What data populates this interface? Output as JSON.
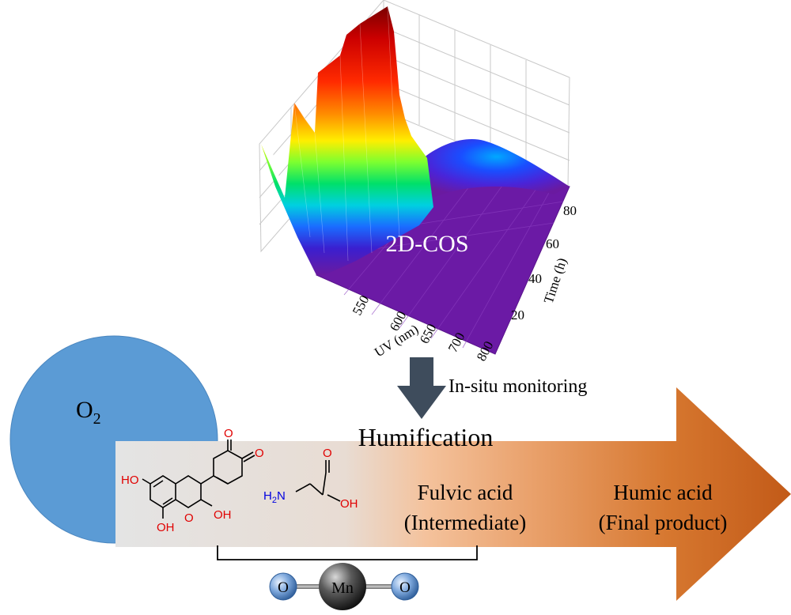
{
  "spectrum": {
    "inner_label": "2D-COS",
    "uv_axis_label": "UV (nm)",
    "uv_ticks": [
      "550",
      "600",
      "650",
      "700",
      "800"
    ],
    "time_axis_label": "Time (h)",
    "time_ticks": [
      "20",
      "40",
      "60",
      "80"
    ]
  },
  "arrow_label": "In-situ monitoring",
  "oxygen": {
    "symbol": "O",
    "subscript": "2",
    "color": "#5b9bd5"
  },
  "process": {
    "title": "Humification",
    "intermediate": [
      "Fulvic acid",
      "(Intermediate)"
    ],
    "final": [
      "Humic acid",
      "(Final product)"
    ],
    "arrow_gradient": [
      "#e3e3e3",
      "#f2b88a",
      "#c8601e"
    ]
  },
  "molecules": {
    "polyphenol_labels": [
      "HO",
      "O",
      "OH",
      "OH",
      "O",
      "O"
    ],
    "amino_acid_amine": "H",
    "amine_sub": "2",
    "amine_n": "N",
    "amino_acid_labels": [
      "O",
      "OH"
    ],
    "oxygen_color": "#e00000",
    "nitrogen_color": "#0000e0"
  },
  "catalyst": {
    "left": "O",
    "center": "Mn",
    "right": "O"
  }
}
